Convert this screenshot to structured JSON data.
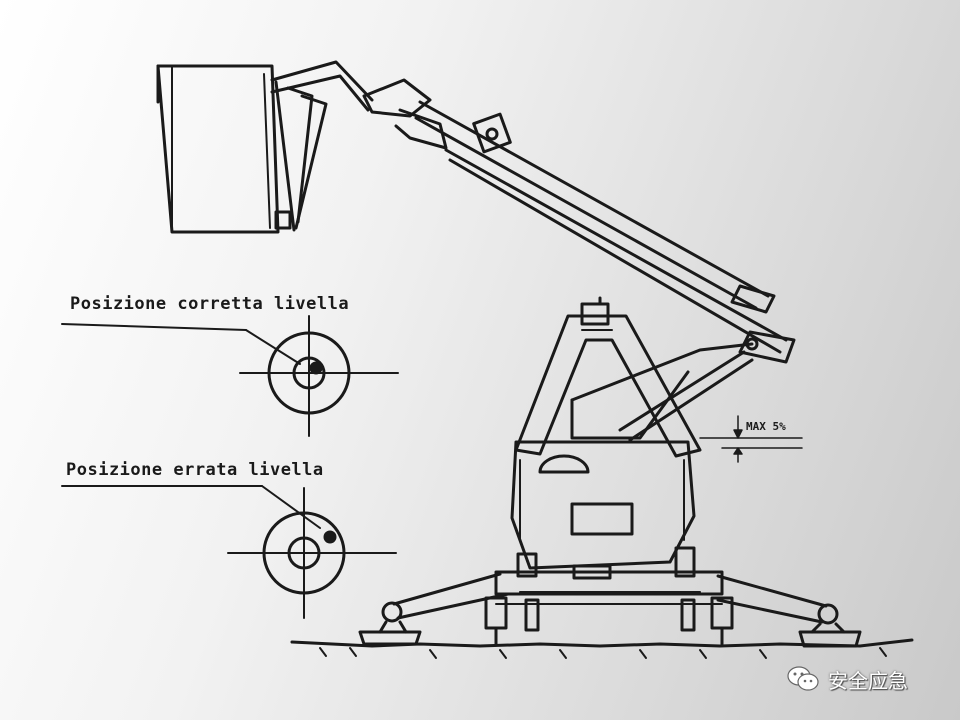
{
  "labels": {
    "correct_position": "Posizione corretta livella",
    "wrong_position": "Posizione errata livella",
    "max_slope": "MAX 5%"
  },
  "watermark": {
    "icon": "wechat-icon",
    "text": "安全应急"
  },
  "colors": {
    "ink": "#1a1a1a",
    "background_light": "#ffffff",
    "background_dark": "#c9c9c9"
  }
}
